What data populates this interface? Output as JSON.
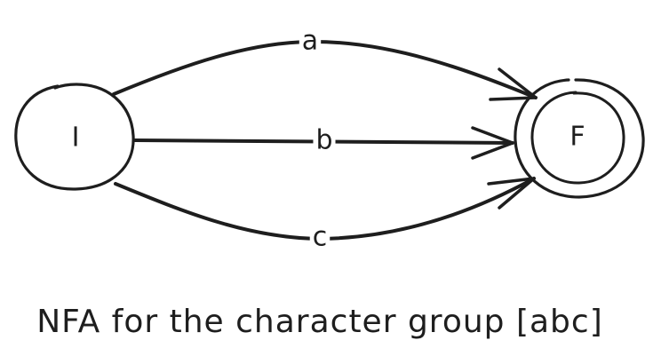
{
  "diagram": {
    "type": "nfa",
    "colors": {
      "ink": "#1e1e1e",
      "background": "#ffffff"
    },
    "states": [
      {
        "id": "I",
        "label": "I",
        "role": "start"
      },
      {
        "id": "F",
        "label": "F",
        "role": "accept"
      }
    ],
    "transitions": [
      {
        "from": "I",
        "to": "F",
        "symbol": "a"
      },
      {
        "from": "I",
        "to": "F",
        "symbol": "b"
      },
      {
        "from": "I",
        "to": "F",
        "symbol": "c"
      }
    ],
    "caption": "NFA for the character group [abc]"
  }
}
